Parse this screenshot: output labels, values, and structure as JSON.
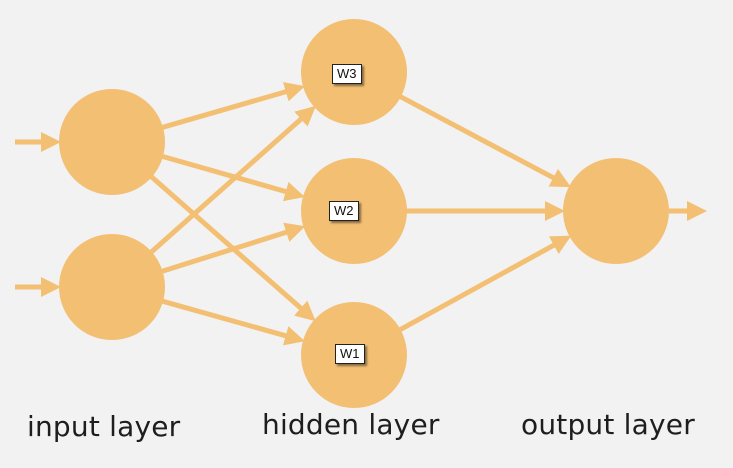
{
  "colors": {
    "node": "#f3bf73",
    "edge": "#f3bf73",
    "background": "#f2f2f2"
  },
  "nodes": [
    {
      "id": "in1",
      "layer": "input"
    },
    {
      "id": "in2",
      "layer": "input"
    },
    {
      "id": "h3",
      "layer": "hidden",
      "weight": "W3"
    },
    {
      "id": "h2",
      "layer": "hidden",
      "weight": "W2"
    },
    {
      "id": "h1",
      "layer": "hidden",
      "weight": "W1"
    },
    {
      "id": "out",
      "layer": "output"
    }
  ],
  "edges": [
    [
      "in1",
      "h3"
    ],
    [
      "in1",
      "h2"
    ],
    [
      "in1",
      "h1"
    ],
    [
      "in2",
      "h3"
    ],
    [
      "in2",
      "h2"
    ],
    [
      "in2",
      "h1"
    ],
    [
      "h3",
      "out"
    ],
    [
      "h2",
      "out"
    ],
    [
      "h1",
      "out"
    ]
  ],
  "labels": {
    "input": "input layer",
    "hidden": "hidden layer",
    "output": "output layer"
  },
  "weights": {
    "w3": "W3",
    "w2": "W2",
    "w1": "W1"
  }
}
